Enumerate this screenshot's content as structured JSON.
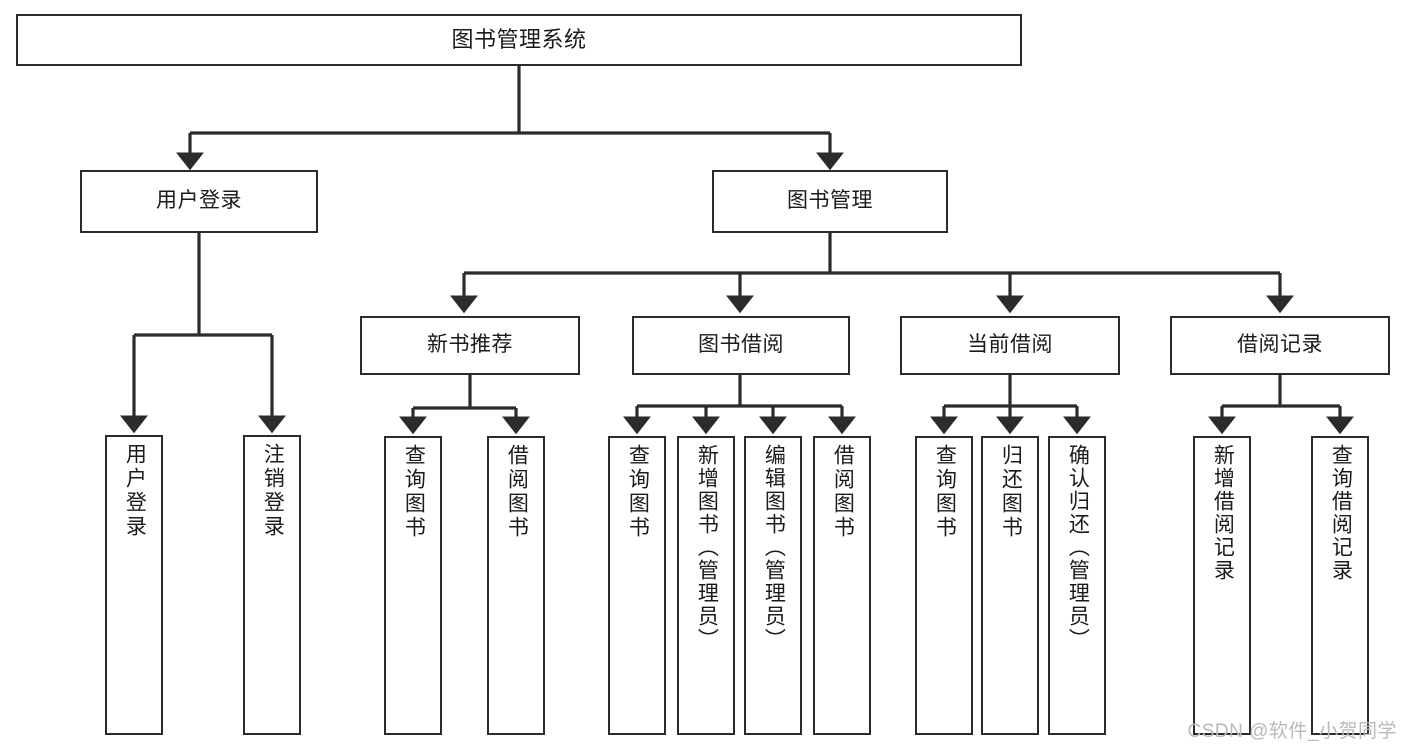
{
  "diagram": {
    "title": "图书管理系统",
    "type": "tree-hierarchy",
    "background_color": "#ffffff",
    "line_color": "#2b2b2b",
    "text_color": "#1b1b1b"
  },
  "nodes": {
    "root": {
      "label": "图书管理系统"
    },
    "level2": [
      {
        "id": "user-login",
        "label": "用户登录"
      },
      {
        "id": "book-manage",
        "label": "图书管理"
      }
    ],
    "level3": [
      {
        "id": "new-book-rec",
        "label": "新书推荐"
      },
      {
        "id": "book-borrow",
        "label": "图书借阅"
      },
      {
        "id": "current-borrow",
        "label": "当前借阅"
      },
      {
        "id": "borrow-record",
        "label": "借阅记录"
      }
    ],
    "leaves": {
      "user_login": [
        {
          "id": "leaf-user-login",
          "label": "用户登录"
        },
        {
          "id": "leaf-logout-login",
          "label": "注销登录"
        }
      ],
      "new_book_rec": [
        {
          "id": "leaf-query-book-1",
          "label": "查询图书"
        },
        {
          "id": "leaf-borrow-book-1",
          "label": "借阅图书"
        }
      ],
      "book_borrow": [
        {
          "id": "leaf-query-book-2",
          "label": "查询图书"
        },
        {
          "id": "leaf-add-book",
          "label": "新增图书（管理员）"
        },
        {
          "id": "leaf-edit-book",
          "label": "编辑图书（管理员）"
        },
        {
          "id": "leaf-borrow-book-2",
          "label": "借阅图书"
        }
      ],
      "current_borrow": [
        {
          "id": "leaf-query-book-3",
          "label": "查询图书"
        },
        {
          "id": "leaf-return-book",
          "label": "归还图书"
        },
        {
          "id": "leaf-confirm-return",
          "label": "确认归还（管理员）"
        }
      ],
      "borrow_record": [
        {
          "id": "leaf-add-record",
          "label": "新增借阅记录"
        },
        {
          "id": "leaf-query-record",
          "label": "查询借阅记录"
        }
      ]
    }
  },
  "watermark": {
    "text": "CSDN @软件_小贺同学"
  }
}
